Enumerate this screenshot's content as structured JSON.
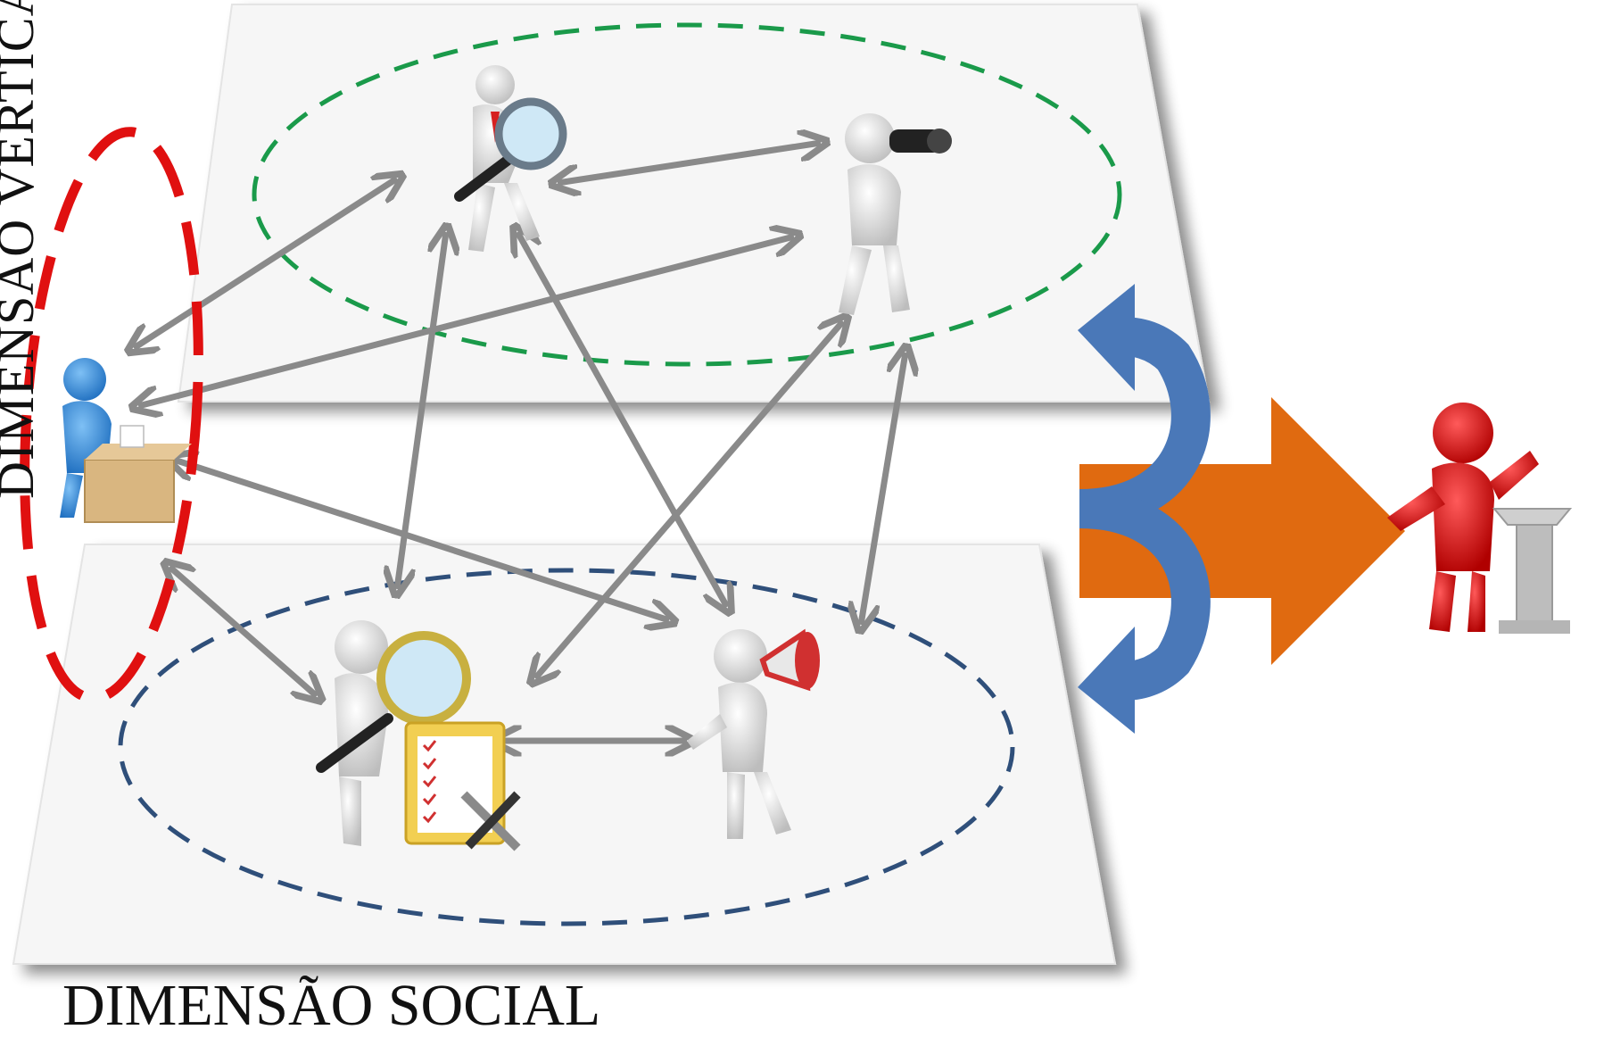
{
  "labels": {
    "vertical_dimension": "DIMENSÃO VERTICAL",
    "social_dimension": "DIMENSÃO SOCIAL"
  },
  "figures": [
    {
      "name": "investigator-with-magnifier",
      "color": "#e8e8e8"
    },
    {
      "name": "observer-with-binoculars",
      "color": "#e8e8e8"
    },
    {
      "name": "voter-with-ballot-box",
      "color": "#3a8fd8"
    },
    {
      "name": "inspector-with-checklist",
      "color": "#e8e8e8"
    },
    {
      "name": "speaker-with-megaphone",
      "color": "#e8e8e8"
    },
    {
      "name": "orator-at-podium",
      "color": "#d81414"
    }
  ],
  "colors": {
    "plane_fill": "#f6f6f6",
    "top_group_ring": "#1a9a4a",
    "bottom_group_ring": "#2f4f7a",
    "vertical_ring": "#e01010",
    "connector_arrows": "#8a8a8a",
    "curved_arrows": "#4a78b8",
    "big_arrow": "#e06a10"
  }
}
